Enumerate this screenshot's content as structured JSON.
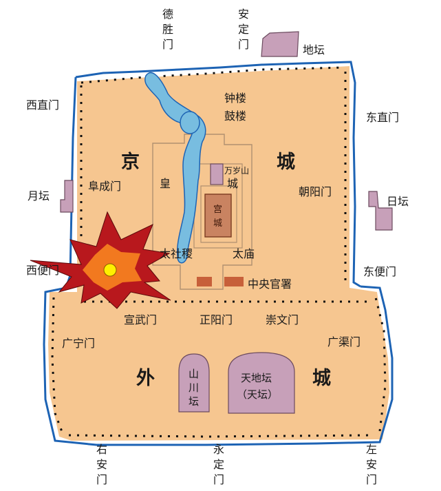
{
  "colors": {
    "land": "#f6c690",
    "moat": "#1d63b4",
    "water": "#78bde0",
    "temple_fill": "#c7a0b9",
    "palace_fill": "#c98361",
    "office_fill": "#c7603a",
    "wall_ticks": "#111111",
    "explosion_outer": "#b8181d",
    "explosion_inner": "#f2791f",
    "explosion_core": "#fff000"
  },
  "districts": {
    "inner_city": [
      "京",
      "城"
    ],
    "outer_city": [
      "外",
      "城"
    ]
  },
  "gates": {
    "deshengmen": "德胜门",
    "andingmen": "安定门",
    "xizhimen": "西直门",
    "dongzhimen": "东直门",
    "fuchengmen": "阜成门",
    "chaoyangmen": "朝阳门",
    "xibianmen": "西便门",
    "dongbianmen": "东便门",
    "xuanwumen": "宣武门",
    "zhengyangmen": "正阳门",
    "chongwenmen": "崇文门",
    "guangningmen": "广宁门",
    "guangqumen": "广渠门",
    "youanmen": "右安门",
    "yongdingmen": "永定门",
    "zuoanmen": "左安门"
  },
  "altars": {
    "ditan": "地坛",
    "ritan": "日坛",
    "yuetan": "月坛",
    "shanchuan_tan": [
      "山",
      "川",
      "坛"
    ],
    "tiantan": [
      "天地坛",
      "（天坛）"
    ]
  },
  "landmarks": {
    "bell_tower": "钟楼",
    "drum_tower": "鼓楼",
    "wansui_shan": "万岁山",
    "imperial_city": [
      "皇",
      "城"
    ],
    "palace_city": [
      "宫",
      "城"
    ],
    "taishe_ji": "太社稷",
    "tai_miao": "太庙",
    "central_offices": "中央官署"
  }
}
